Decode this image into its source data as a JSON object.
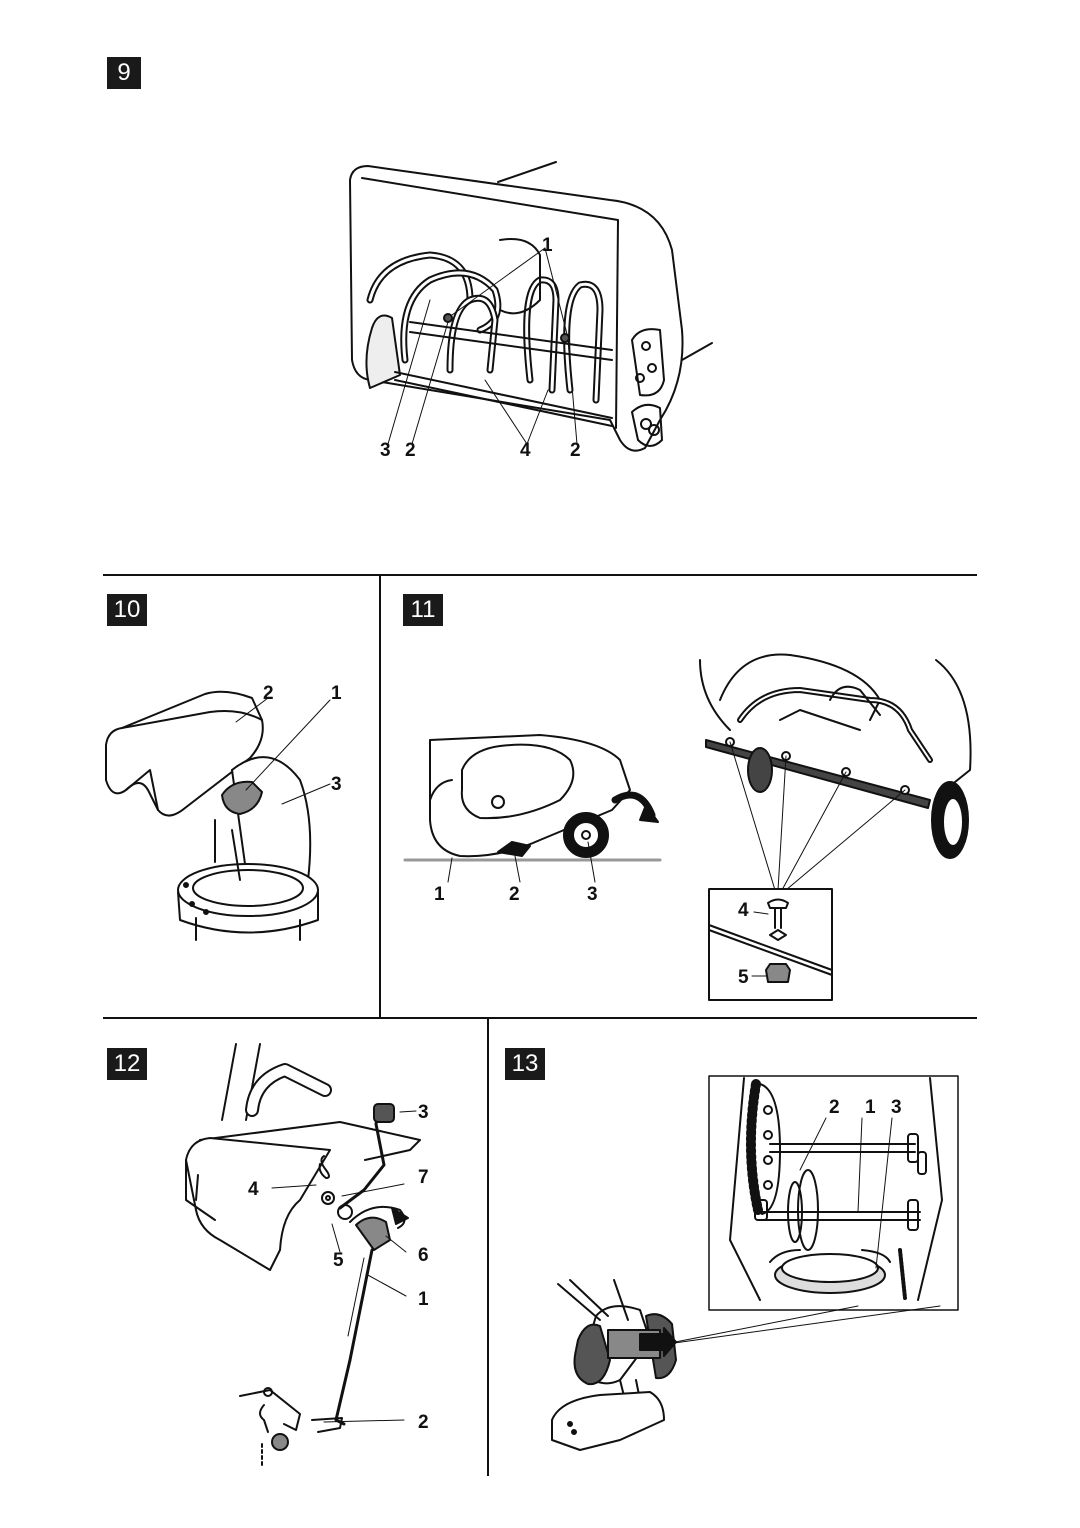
{
  "figures": {
    "fig9": {
      "number": "9",
      "callouts": [
        "1",
        "3",
        "2",
        "4",
        "2"
      ]
    },
    "fig10": {
      "number": "10",
      "callouts": [
        "2",
        "1",
        "3"
      ]
    },
    "fig11": {
      "number": "11",
      "callouts": [
        "1",
        "2",
        "3",
        "4",
        "5"
      ]
    },
    "fig12": {
      "number": "12",
      "callouts": [
        "3",
        "4",
        "7",
        "5",
        "6",
        "1",
        "2"
      ]
    },
    "fig13": {
      "number": "13",
      "callouts": [
        "2",
        "1",
        "3"
      ]
    }
  }
}
